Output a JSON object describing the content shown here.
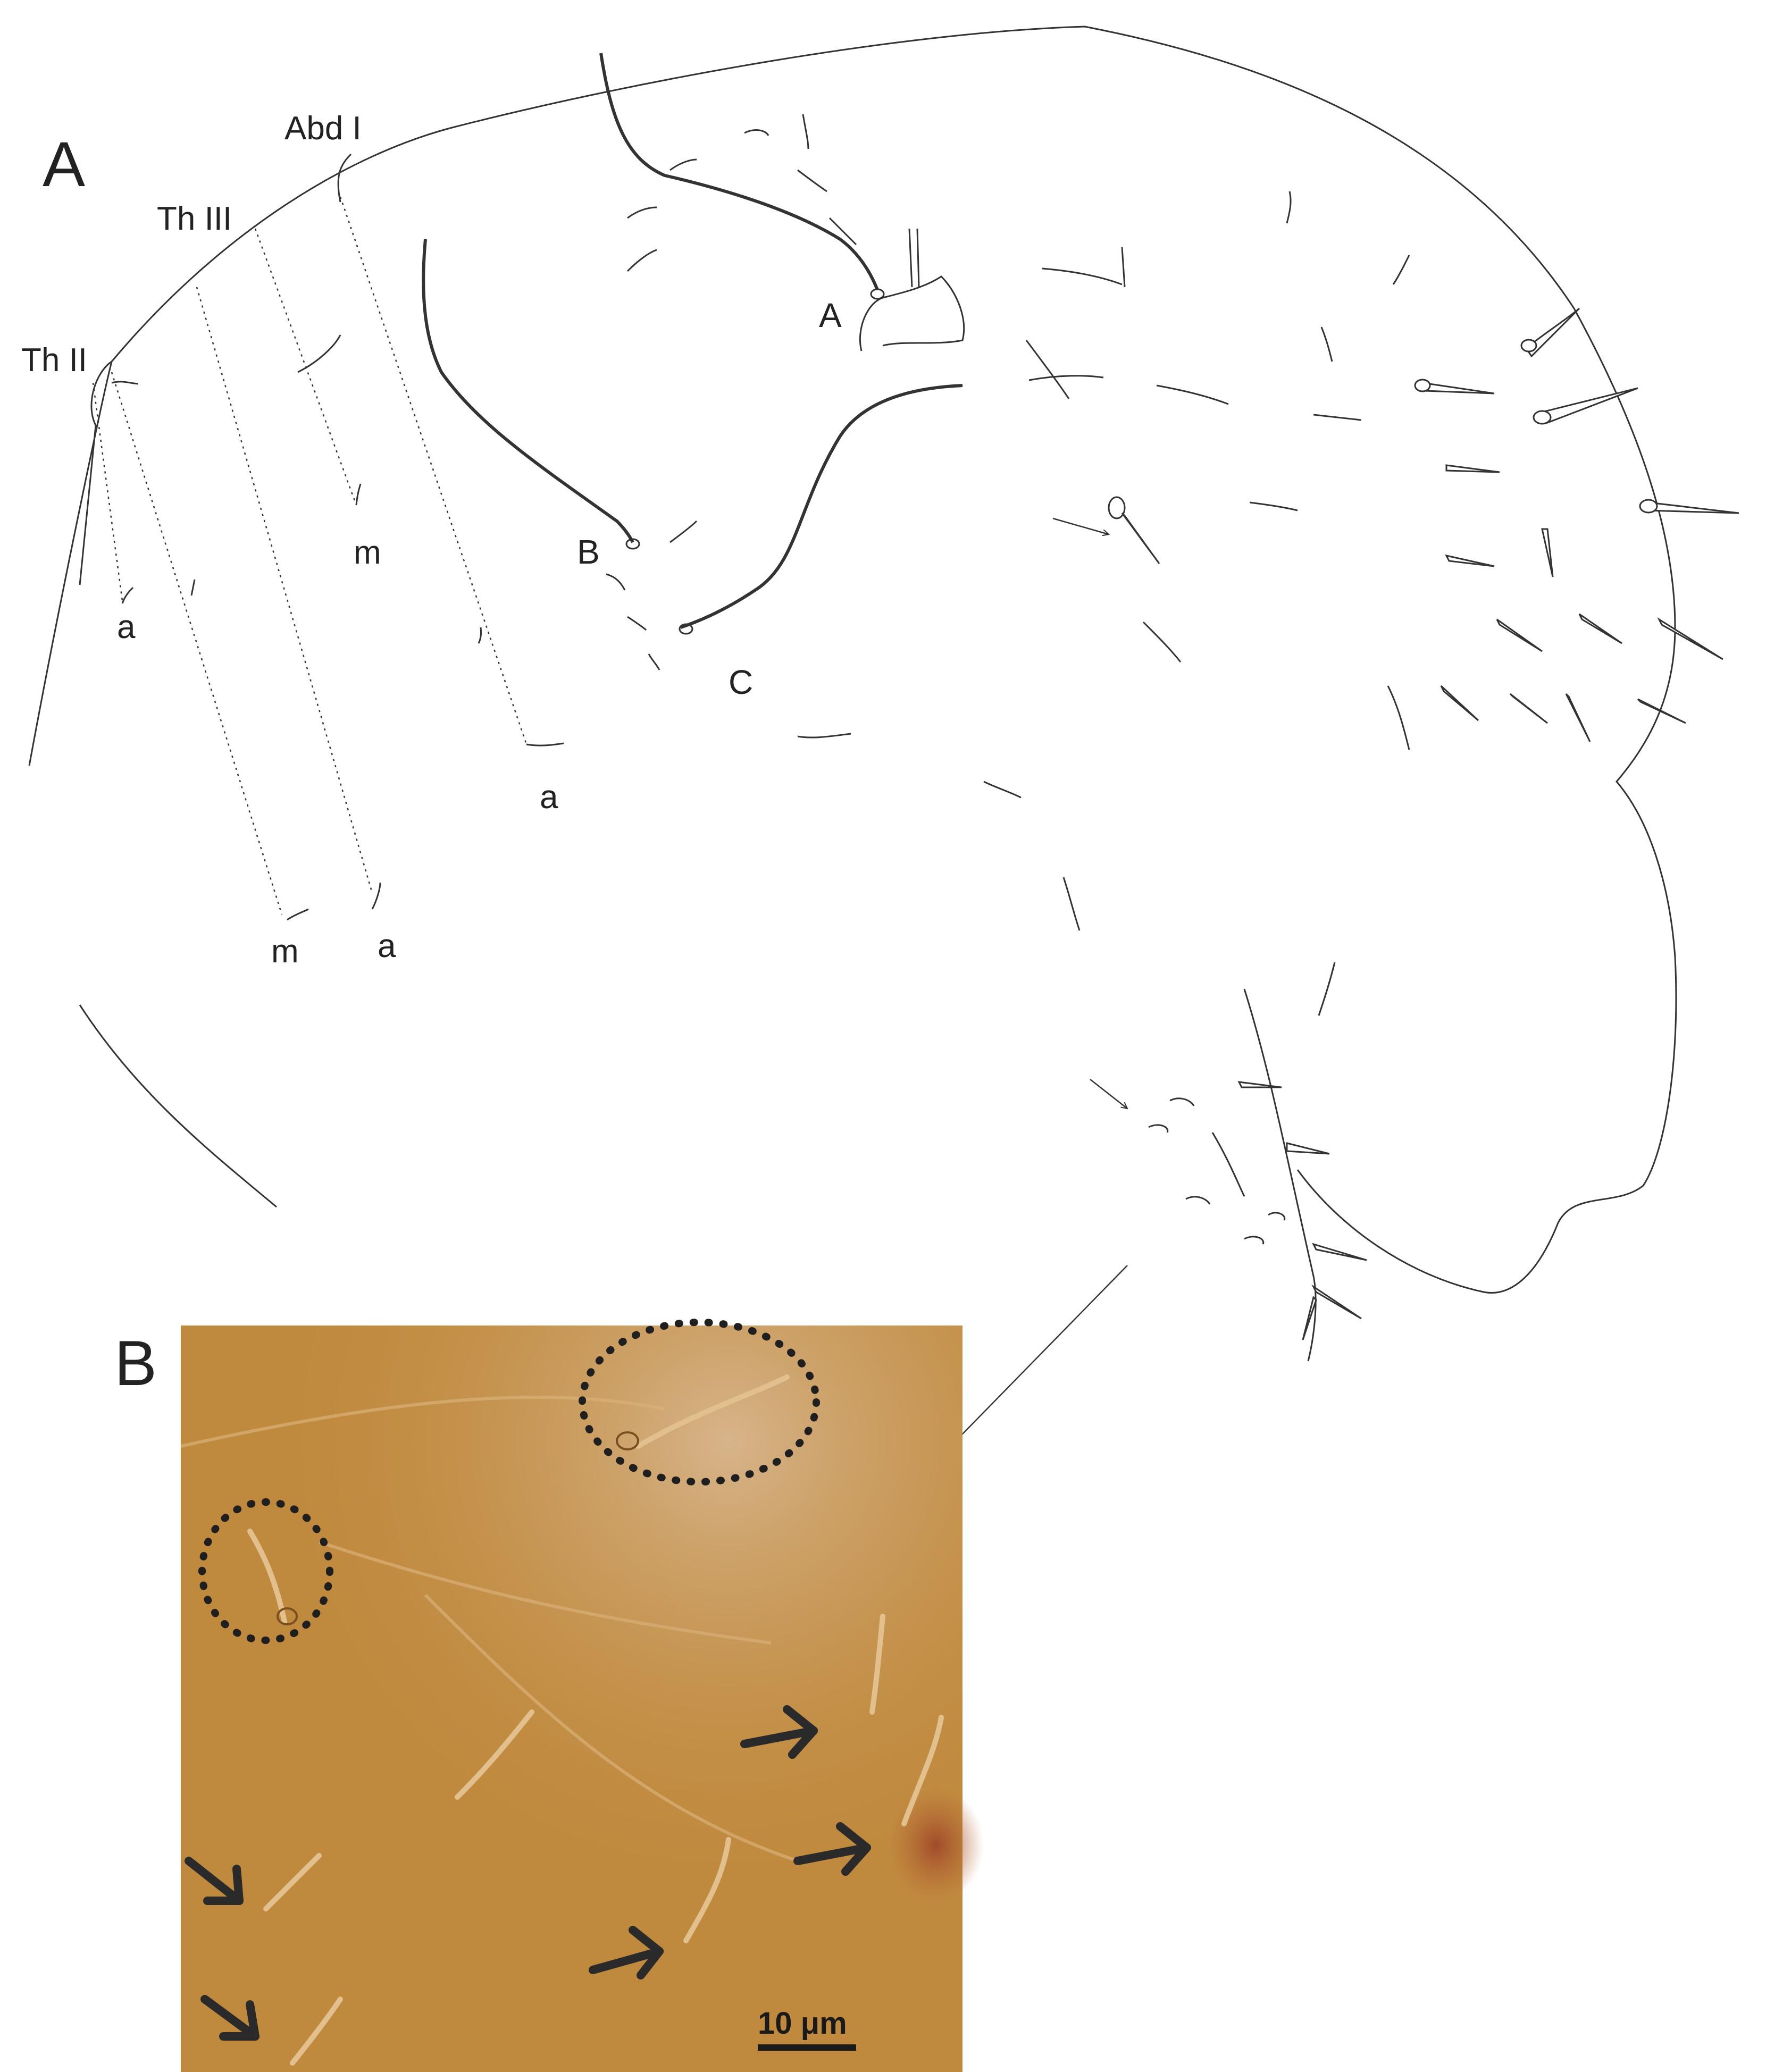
{
  "panels": {
    "a": {
      "letter": "A"
    },
    "b": {
      "letter": "B"
    }
  },
  "segments": {
    "th2": "Th II",
    "th3": "Th III",
    "abd1": "Abd I"
  },
  "row_labels": {
    "a": "a",
    "m": "m"
  },
  "insertions": {
    "a": "A",
    "b": "B",
    "c": "C"
  },
  "scale_bar": {
    "label": "10 μm"
  },
  "colors": {
    "line": "#333333",
    "micrograph_base": "#c08a3e",
    "annotation": "#2a2a2a"
  }
}
